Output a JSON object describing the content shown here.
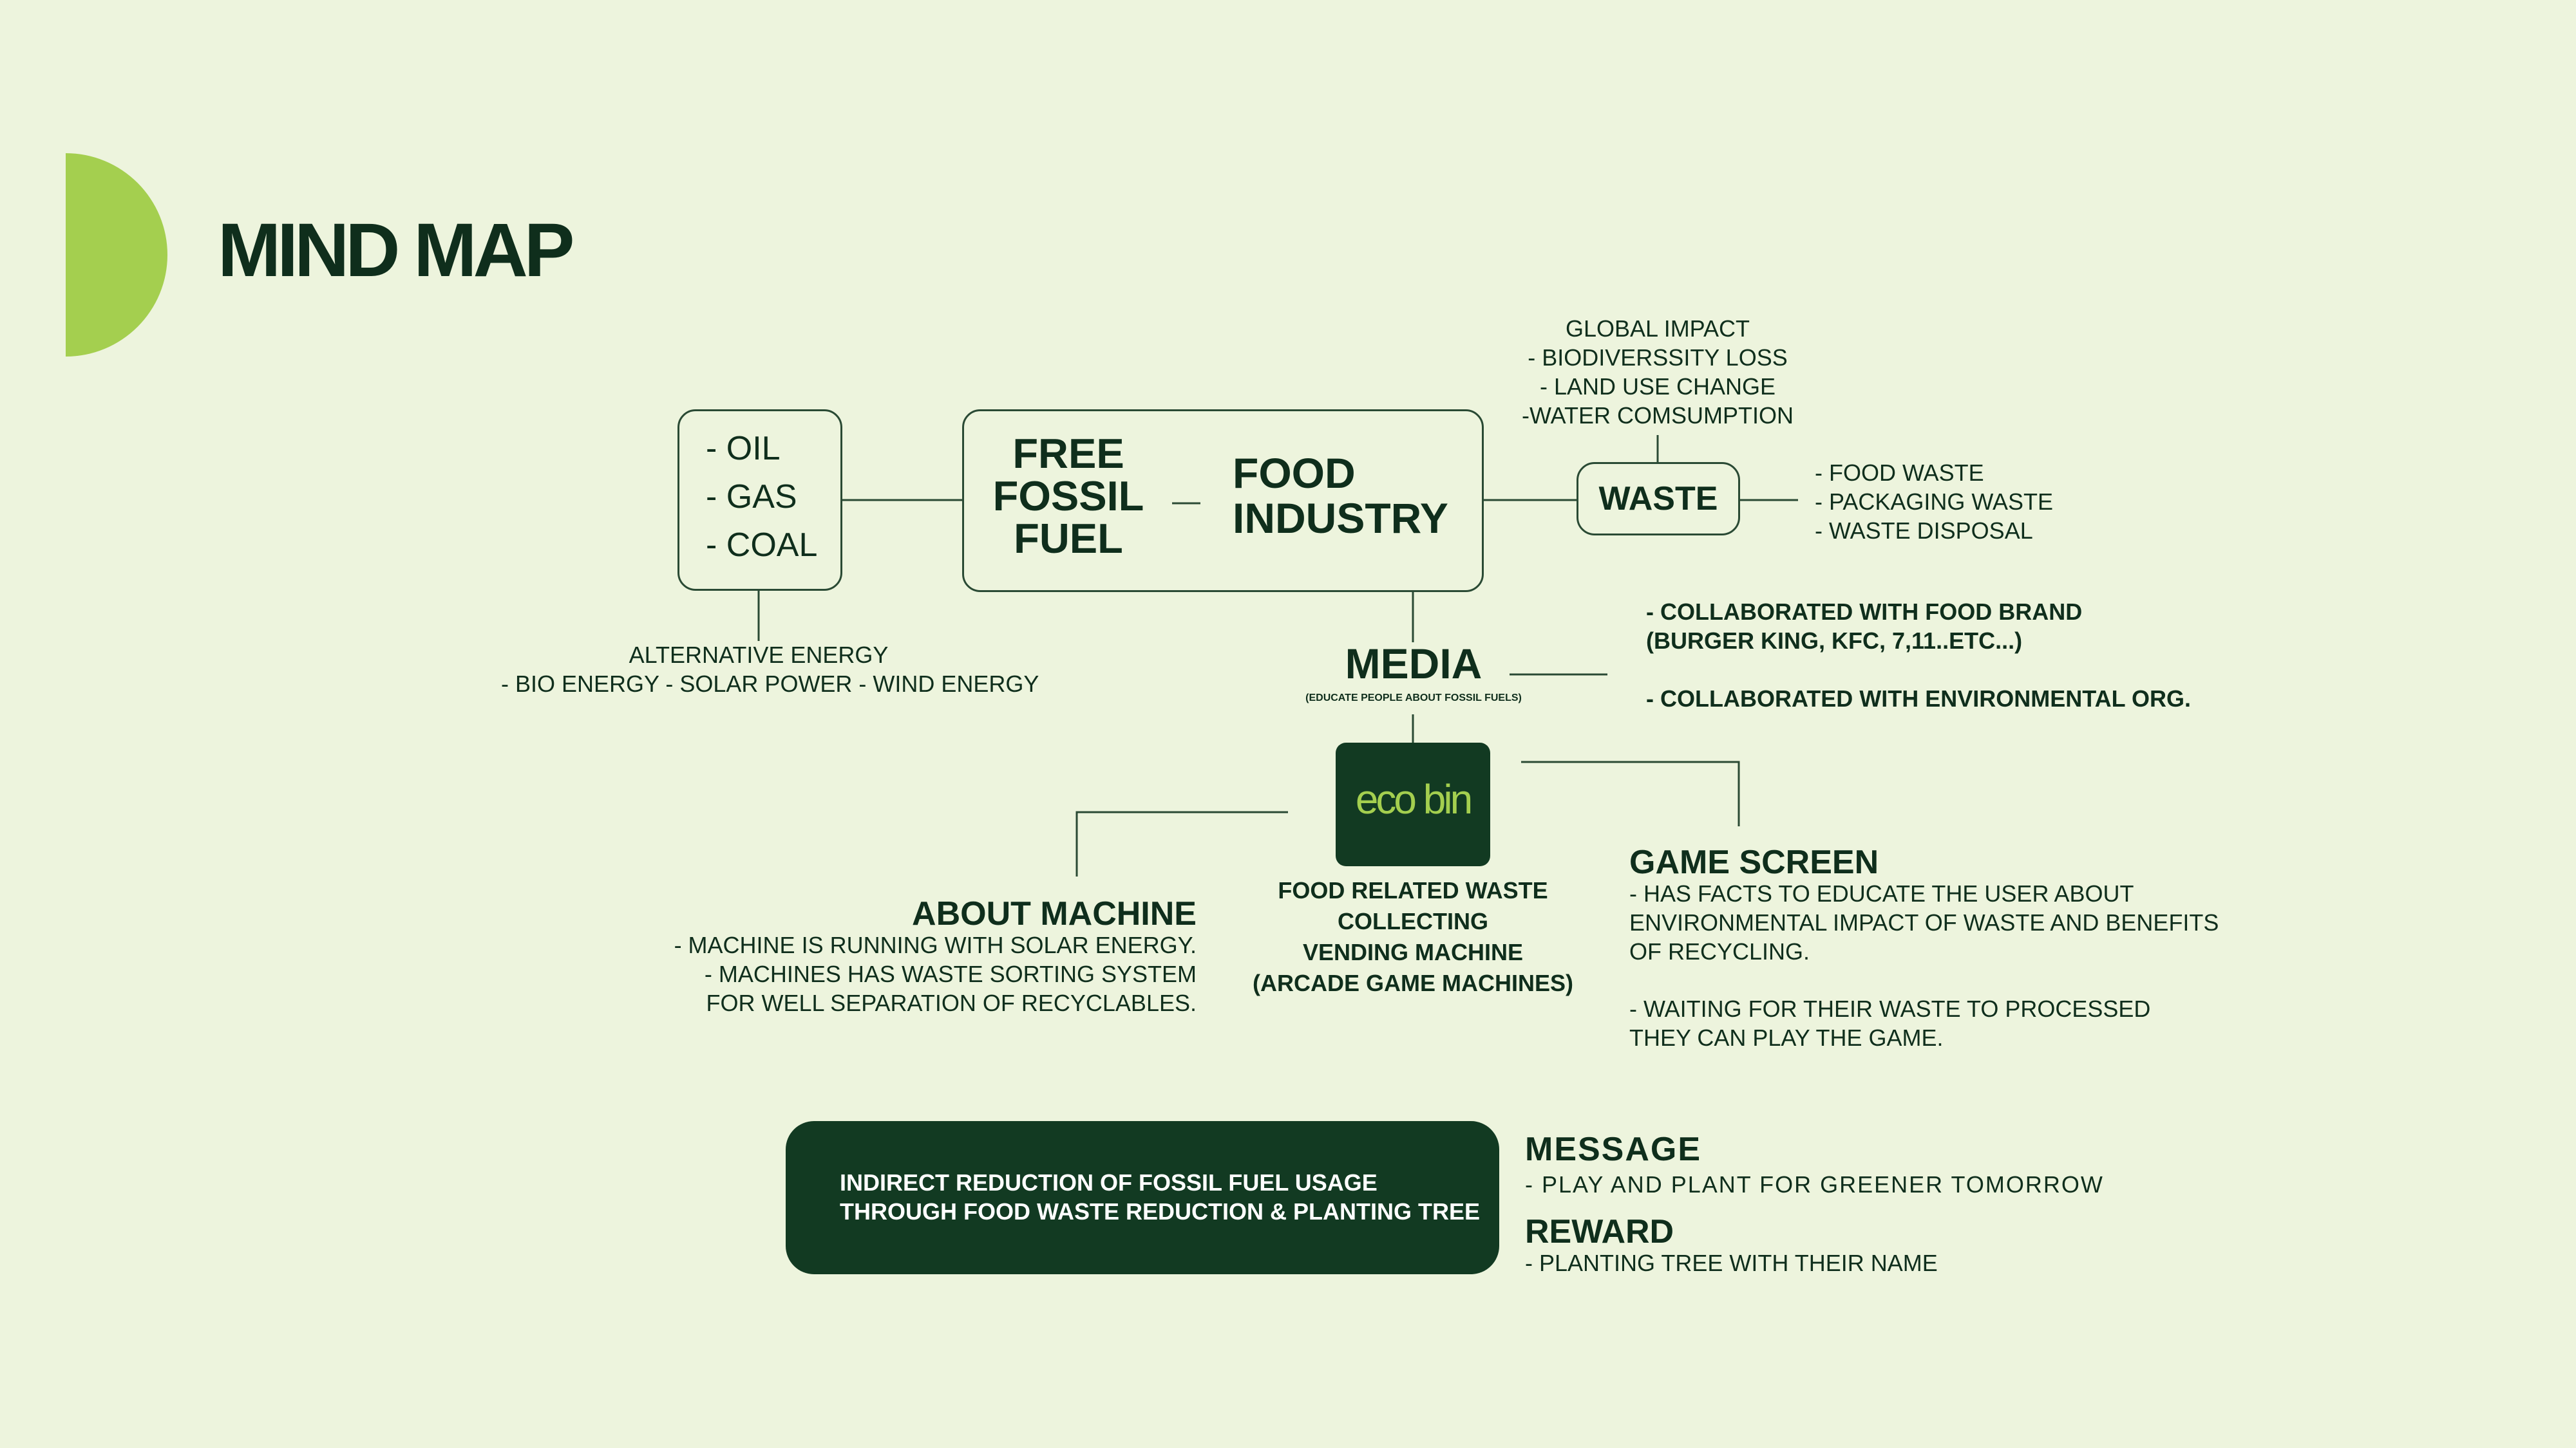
{
  "title": "MIND MAP",
  "energy_sources": [
    "- OIL",
    "- GAS",
    "- COAL"
  ],
  "alternative_energy": {
    "title": "ALTERNATIVE ENERGY",
    "items": "- BIO ENERGY - SOLAR POWER - WIND ENERGY"
  },
  "core": {
    "left_label": [
      "FREE",
      "FOSSIL",
      "FUEL"
    ],
    "right_label": [
      "FOOD",
      "INDUSTRY"
    ]
  },
  "global_impact": [
    "GLOBAL IMPACT",
    "- BIODIVERSSITY LOSS",
    "- LAND USE CHANGE",
    "-WATER COMSUMPTION"
  ],
  "waste": {
    "label": "WASTE",
    "items": [
      "- FOOD WASTE",
      "- PACKAGING WASTE",
      "- WASTE DISPOSAL"
    ]
  },
  "media": {
    "label": "MEDIA",
    "subtitle": "(EDUCATE PEOPLE ABOUT FOSSIL FUELS)",
    "items": [
      "- COLLABORATED WITH FOOD BRAND",
      "(BURGER KING, KFC, 7,11..ETC...)",
      "",
      "- COLLABORATED WITH ENVIRONMENTAL ORG."
    ]
  },
  "ecobin": {
    "logo": "eco bin",
    "description": [
      "FOOD RELATED WASTE",
      "COLLECTING",
      "VENDING MACHINE",
      "(ARCADE GAME MACHINES)"
    ]
  },
  "about_machine": {
    "title": "ABOUT MACHINE",
    "items": [
      "- MACHINE IS RUNNING WITH SOLAR ENERGY.",
      "- MACHINES HAS WASTE SORTING SYSTEM",
      "FOR WELL SEPARATION OF RECYCLABLES."
    ]
  },
  "game_screen": {
    "title": "GAME SCREEN",
    "items": [
      "- HAS FACTS TO EDUCATE THE USER ABOUT",
      "ENVIRONMENTAL IMPACT OF WASTE AND BENEFITS",
      "OF RECYCLING.",
      "",
      "- WAITING FOR THEIR WASTE TO PROCESSED",
      "THEY CAN PLAY THE GAME."
    ]
  },
  "summary": [
    "INDIRECT REDUCTION OF FOSSIL FUEL USAGE",
    "THROUGH FOOD WASTE REDUCTION & PLANTING TREE"
  ],
  "message": {
    "title": "MESSAGE",
    "text": "-  PLAY AND PLANT FOR GREENER TOMORROW"
  },
  "reward": {
    "title": "REWARD",
    "text": "- PLANTING TREE WITH THEIR NAME"
  },
  "colors": {
    "background": "#edf4dd",
    "dark_green": "#123a22",
    "accent_green": "#a4cf4f",
    "text": "#0f2e1c"
  }
}
